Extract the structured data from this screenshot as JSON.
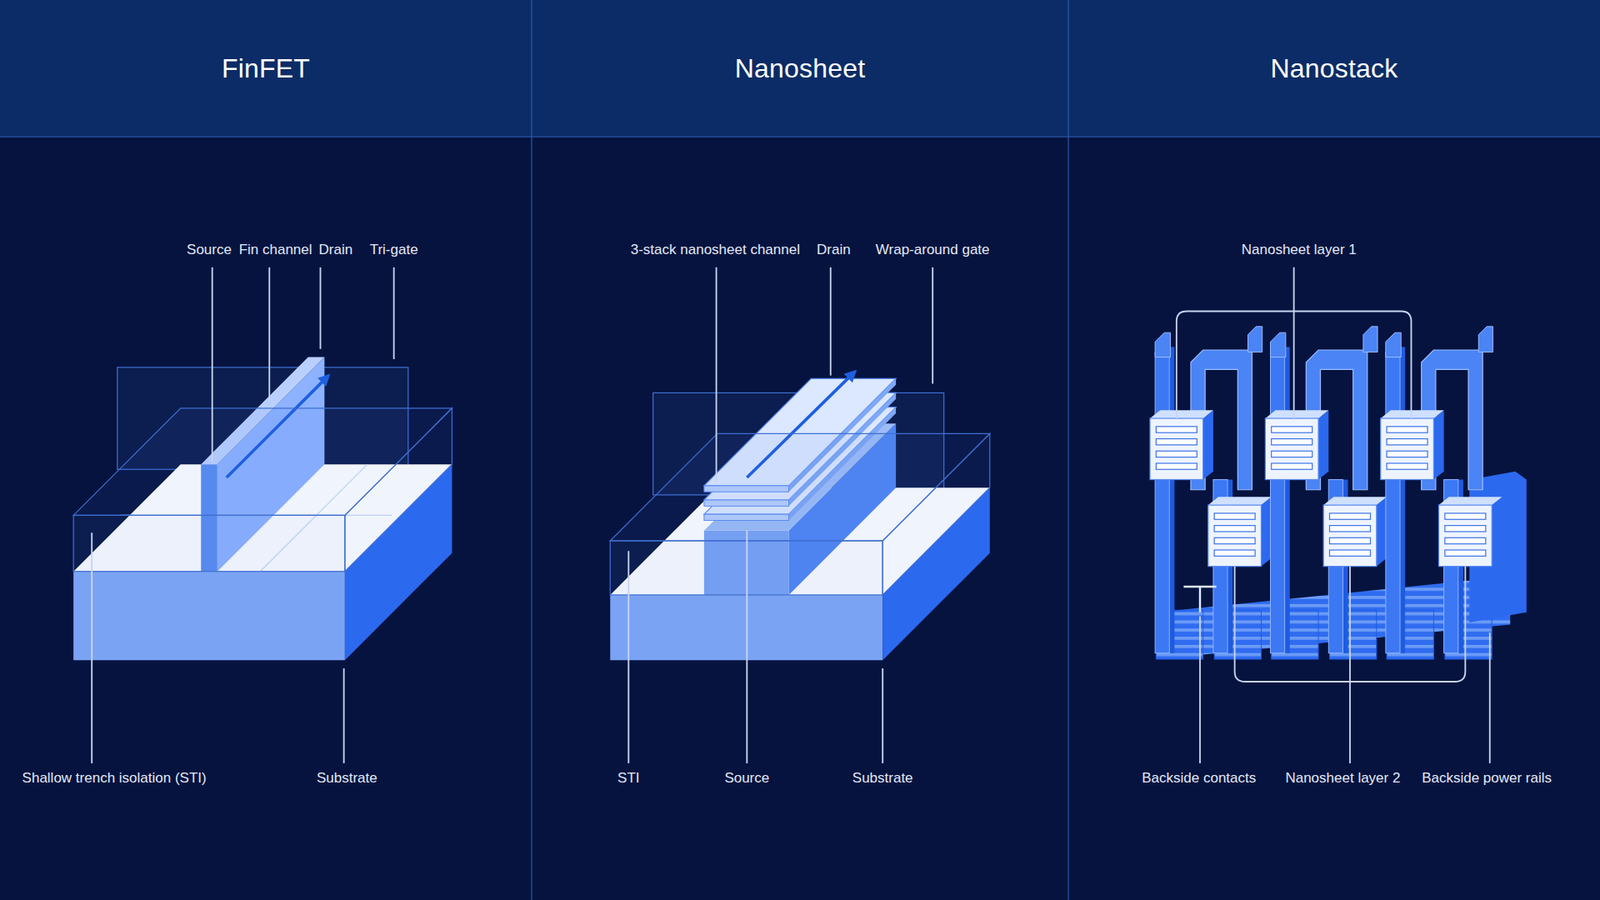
{
  "diagram": {
    "nodes": [
      {
        "text": [
          "FinFET"
        ]
      },
      {
        "text": [
          "Nanosheet"
        ]
      },
      {
        "text": [
          "Nanostack"
        ]
      }
    ],
    "labels": [
      "Source",
      "Fin channel",
      "Drain",
      "Tri-gate",
      "Shallow trench isolation (STI)",
      "Substrate",
      "3-stack nanosheet channel",
      "Drain",
      "Wrap-around gate",
      "STI",
      "Source",
      "Substrate",
      "Nanosheet layer 1",
      "Backside contacts",
      "Nanosheet layer 2",
      "Backside power rails"
    ]
  }
}
